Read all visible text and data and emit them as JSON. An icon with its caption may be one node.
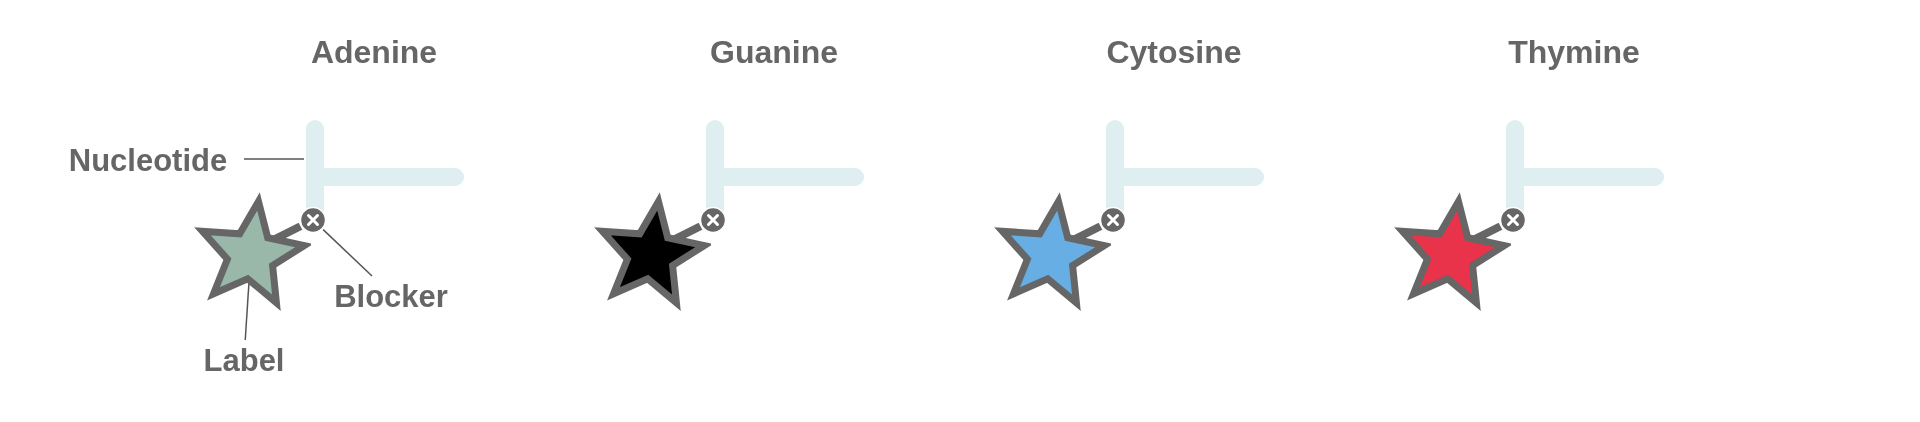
{
  "diagram": {
    "nodes": [
      {
        "text": [
          "Nucleotide"
        ]
      },
      {
        "text": [
          "Blocker"
        ]
      },
      {
        "text": [
          "Label"
        ]
      },
      {
        "text": [],
        "shape": "bar",
        "beside": [
          "Adenine"
        ]
      },
      {
        "text": [],
        "shape": "star"
      },
      {
        "text": [],
        "shape": "circle"
      },
      {
        "text": [],
        "shape": "bar",
        "beside": [
          "Guanine"
        ]
      },
      {
        "text": [],
        "shape": "star"
      },
      {
        "text": [],
        "shape": "circle"
      },
      {
        "text": [],
        "shape": "bar",
        "beside": [
          "Cytosine"
        ]
      },
      {
        "text": [],
        "shape": "star"
      },
      {
        "text": [],
        "shape": "circle"
      },
      {
        "text": [],
        "shape": "bar",
        "beside": [
          "Thymine"
        ]
      },
      {
        "text": [],
        "shape": "star"
      },
      {
        "text": [],
        "shape": "circle"
      }
    ],
    "edges": [
      {
        "from": 0,
        "to": 3,
        "arrow": "none"
      },
      {
        "from": 1,
        "to": 5,
        "arrow": "none"
      },
      {
        "from": 2,
        "to": 4,
        "arrow": "none"
      },
      {
        "from": 4,
        "to": 5,
        "arrow": "none"
      },
      {
        "from": 7,
        "to": 8,
        "arrow": "none"
      },
      {
        "from": 10,
        "to": 11,
        "arrow": "none"
      },
      {
        "from": 13,
        "to": 14,
        "arrow": "none"
      }
    ]
  }
}
